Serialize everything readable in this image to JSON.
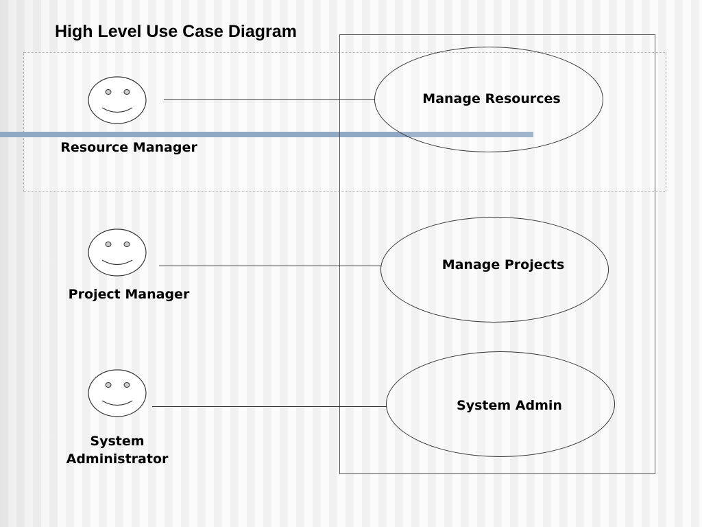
{
  "title": "High Level Use Case Diagram",
  "colors": {
    "accent_bar": "#8fa9c4",
    "stroke": "#333333"
  },
  "actors": [
    {
      "label": "Resource Manager"
    },
    {
      "label": "Project Manager"
    },
    {
      "label": "System Administrator"
    }
  ],
  "use_cases": [
    {
      "label": "Manage Resources"
    },
    {
      "label": "Manage Projects"
    },
    {
      "label": "System Admin"
    }
  ]
}
